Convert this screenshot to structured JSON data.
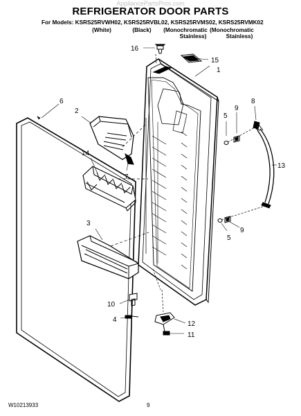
{
  "header": {
    "title": "REFRIGERATOR DOOR PARTS",
    "models_line": "For Models: KSRS25RVWH02, KSRS25RVBL02, KSRS25RVMS02, KSRS25RVMK02",
    "variants": [
      {
        "line1": "(White)",
        "line2": ""
      },
      {
        "line1": "(Black)",
        "line2": ""
      },
      {
        "line1": "(Monochromatic",
        "line2": "Stainless)"
      },
      {
        "line1": "(Monochromatic",
        "line2": "Stainless)"
      }
    ]
  },
  "watermark": "AppliancePartsPros.com",
  "diagram": {
    "callouts": {
      "c1": "1",
      "c2": "2",
      "c3": "3",
      "c4": "4",
      "c5a": "5",
      "c5b": "5",
      "c6": "6",
      "c7": "7",
      "c8": "8",
      "c9a": "9",
      "c9b": "9",
      "c10": "10",
      "c11": "11",
      "c12": "12",
      "c13": "13",
      "c14": "14",
      "c15": "15",
      "c16": "16"
    }
  },
  "footer": {
    "doc_number": "W10213933",
    "page_number": "9"
  }
}
